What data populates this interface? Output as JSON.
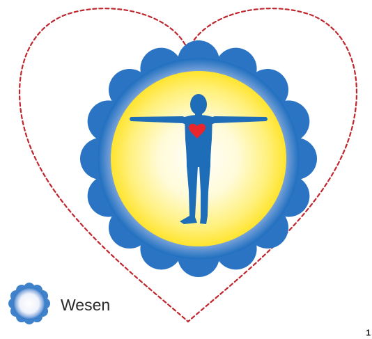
{
  "legend": {
    "label": "Wesen"
  },
  "page_number": "1",
  "colors": {
    "heart_outline": "#c0262d",
    "aura_blue": "#1f6fbf",
    "aura_light": "#c8d7f0",
    "sun_yellow": "#ffe83a",
    "sun_center": "#ffffff",
    "figure_blue": "#1d6db8",
    "figure_heart": "#e8262c"
  },
  "icons": {
    "heart_outline": "dashed-heart-outline",
    "aura": "scalloped-cloud-aura",
    "figure": "human-figure-arms-outstretched",
    "inner_heart": "heart-icon",
    "legend_symbol": "cloud-icon"
  }
}
